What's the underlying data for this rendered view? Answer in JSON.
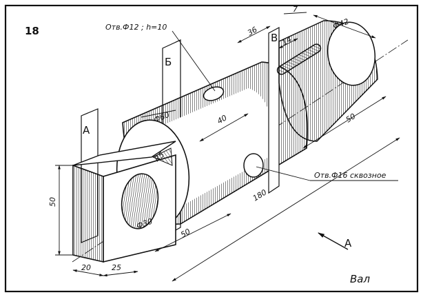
{
  "drawing": {
    "number": "18",
    "part_name": "Вал",
    "view_arrow_label": "А",
    "hole_note_top": "Отв.Ф12 ; h=10",
    "hole_note_side": "Отв.Ф16 сквозное",
    "section_labels": {
      "a": "А",
      "b": "Б",
      "c": "В"
    },
    "dimensions": {
      "d60": "Ф60",
      "d30": "Ф30",
      "d42": "Ф42",
      "r5": "R5",
      "l40": "40",
      "l36": "36",
      "l14": "14",
      "l7": "7",
      "l50_right": "50",
      "l180": "180",
      "l50_left": "50",
      "h50": "50",
      "w20": "20",
      "w25": "25"
    },
    "colors": {
      "line": "#111111",
      "paper": "#ffffff"
    }
  }
}
